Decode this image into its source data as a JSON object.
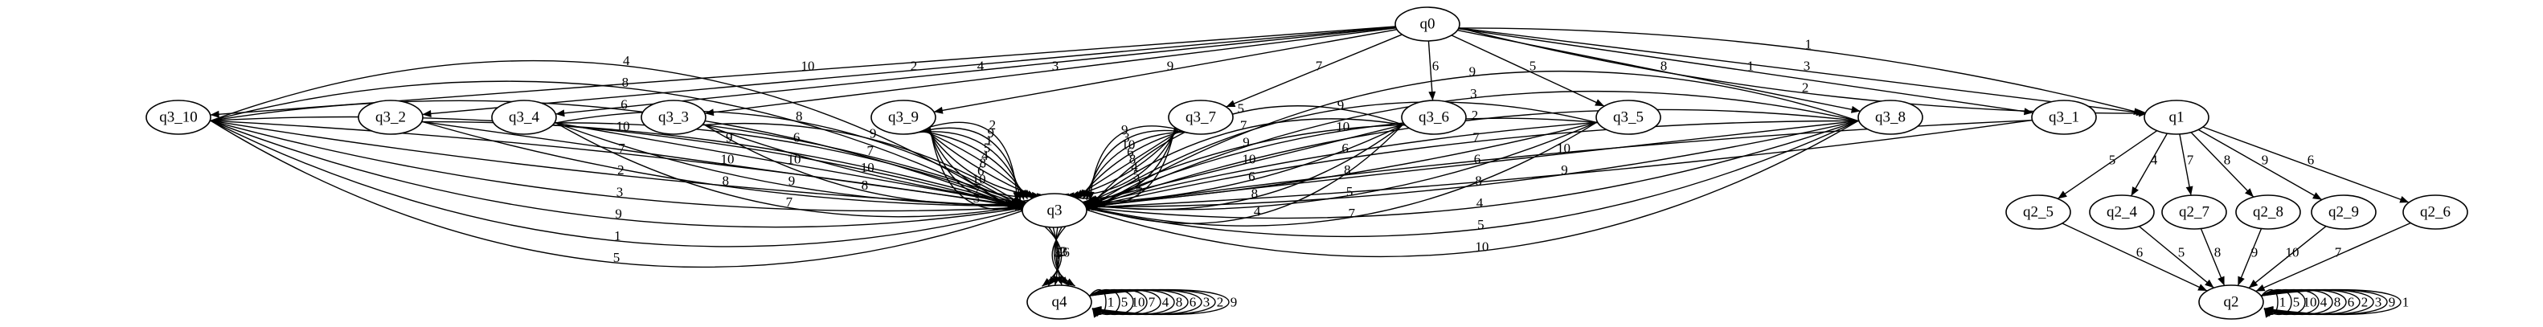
{
  "graph": {
    "type": "directed-automaton",
    "nodes": [
      {
        "id": "q0",
        "label": "q0"
      },
      {
        "id": "q3_10",
        "label": "q3_10"
      },
      {
        "id": "q3_2",
        "label": "q3_2"
      },
      {
        "id": "q3_4",
        "label": "q3_4"
      },
      {
        "id": "q3_3",
        "label": "q3_3"
      },
      {
        "id": "q3_9",
        "label": "q3_9"
      },
      {
        "id": "q3_7",
        "label": "q3_7"
      },
      {
        "id": "q3_6",
        "label": "q3_6"
      },
      {
        "id": "q3_5",
        "label": "q3_5"
      },
      {
        "id": "q3_8",
        "label": "q3_8"
      },
      {
        "id": "q3_1",
        "label": "q3_1"
      },
      {
        "id": "q1",
        "label": "q1"
      },
      {
        "id": "q3",
        "label": "q3"
      },
      {
        "id": "q4",
        "label": "q4"
      },
      {
        "id": "q2_5",
        "label": "q2_5"
      },
      {
        "id": "q2_4",
        "label": "q2_4"
      },
      {
        "id": "q2_7",
        "label": "q2_7"
      },
      {
        "id": "q2_8",
        "label": "q2_8"
      },
      {
        "id": "q2_9",
        "label": "q2_9"
      },
      {
        "id": "q2_6",
        "label": "q2_6"
      },
      {
        "id": "q2",
        "label": "q2"
      }
    ],
    "edges": [
      {
        "from": "q0",
        "to": "q3_10",
        "label": "10"
      },
      {
        "from": "q0",
        "to": "q3_2",
        "label": "2"
      },
      {
        "from": "q0",
        "to": "q3_4",
        "label": "4"
      },
      {
        "from": "q0",
        "to": "q3_3",
        "label": "3"
      },
      {
        "from": "q0",
        "to": "q3_9",
        "label": "9"
      },
      {
        "from": "q0",
        "to": "q3_7",
        "label": "7"
      },
      {
        "from": "q0",
        "to": "q3_6",
        "label": "6"
      },
      {
        "from": "q0",
        "to": "q3_5",
        "label": "5"
      },
      {
        "from": "q0",
        "to": "q3_8",
        "label": "8"
      },
      {
        "from": "q0",
        "to": "q3_1",
        "label": "1"
      },
      {
        "from": "q0",
        "to": "q1",
        "label": "1"
      },
      {
        "from": "q0",
        "to": "q1",
        "label": "3"
      },
      {
        "from": "q0",
        "to": "q1",
        "label": "2"
      },
      {
        "from": "q3_10",
        "to": "q3",
        "label": "4"
      },
      {
        "from": "q3_10",
        "to": "q3",
        "label": "8"
      },
      {
        "from": "q3_10",
        "to": "q3",
        "label": "6"
      },
      {
        "from": "q3_10",
        "to": "q3",
        "label": "10"
      },
      {
        "from": "q3_10",
        "to": "q3",
        "label": "7"
      },
      {
        "from": "q3_10",
        "to": "q3",
        "label": "2"
      },
      {
        "from": "q3_10",
        "to": "q3",
        "label": "3"
      },
      {
        "from": "q3_10",
        "to": "q3",
        "label": "9"
      },
      {
        "from": "q3_10",
        "to": "q3",
        "label": "1"
      },
      {
        "from": "q3_10",
        "to": "q3",
        "label": "5"
      },
      {
        "from": "q3_2",
        "to": "q3",
        "label": "9"
      },
      {
        "from": "q3_2",
        "to": "q3",
        "label": "10"
      },
      {
        "from": "q3_2",
        "to": "q3",
        "label": "8"
      },
      {
        "from": "q3_4",
        "to": "q3",
        "label": "8"
      },
      {
        "from": "q3_4",
        "to": "q3",
        "label": "6"
      },
      {
        "from": "q3_4",
        "to": "q3",
        "label": "10"
      },
      {
        "from": "q3_4",
        "to": "q3",
        "label": "9"
      },
      {
        "from": "q3_4",
        "to": "q3",
        "label": "7"
      },
      {
        "from": "q3_3",
        "to": "q3",
        "label": "9"
      },
      {
        "from": "q3_3",
        "to": "q3",
        "label": "7"
      },
      {
        "from": "q3_3",
        "to": "q3",
        "label": "10"
      },
      {
        "from": "q3_3",
        "to": "q3",
        "label": "8"
      },
      {
        "from": "q3_9",
        "to": "q3",
        "label": "2"
      },
      {
        "from": "q3_9",
        "to": "q3",
        "label": "9"
      },
      {
        "from": "q3_9",
        "to": "q3",
        "label": "1"
      },
      {
        "from": "q3_9",
        "to": "q3",
        "label": "5"
      },
      {
        "from": "q3_9",
        "to": "q3",
        "label": "4"
      },
      {
        "from": "q3_9",
        "to": "q3",
        "label": "8"
      },
      {
        "from": "q3_9",
        "to": "q3",
        "label": "6"
      },
      {
        "from": "q3_9",
        "to": "q3",
        "label": "10"
      },
      {
        "from": "q3_9",
        "to": "q3",
        "label": "7"
      },
      {
        "from": "q3_9",
        "to": "q3",
        "label": "3"
      },
      {
        "from": "q3_7",
        "to": "q3",
        "label": "7"
      },
      {
        "from": "q3_7",
        "to": "q3",
        "label": "2"
      },
      {
        "from": "q3_7",
        "to": "q3",
        "label": "5"
      },
      {
        "from": "q3_7",
        "to": "q3",
        "label": "4"
      },
      {
        "from": "q3_7",
        "to": "q3",
        "label": "8"
      },
      {
        "from": "q3_7",
        "to": "q3",
        "label": "6"
      },
      {
        "from": "q3_7",
        "to": "q3",
        "label": "10"
      },
      {
        "from": "q3_7",
        "to": "q3",
        "label": "3"
      },
      {
        "from": "q3_7",
        "to": "q3",
        "label": "9"
      },
      {
        "from": "q3_6",
        "to": "q3",
        "label": "4"
      },
      {
        "from": "q3_6",
        "to": "q3",
        "label": "8"
      },
      {
        "from": "q3_6",
        "to": "q3",
        "label": "6"
      },
      {
        "from": "q3_6",
        "to": "q3",
        "label": "10"
      },
      {
        "from": "q3_6",
        "to": "q3",
        "label": "9"
      },
      {
        "from": "q3_6",
        "to": "q3",
        "label": "7"
      },
      {
        "from": "q3_6",
        "to": "q3",
        "label": "5"
      },
      {
        "from": "q3_5",
        "to": "q3",
        "label": "7"
      },
      {
        "from": "q3_5",
        "to": "q3",
        "label": "5"
      },
      {
        "from": "q3_5",
        "to": "q3",
        "label": "8"
      },
      {
        "from": "q3_5",
        "to": "q3",
        "label": "6"
      },
      {
        "from": "q3_5",
        "to": "q3",
        "label": "10"
      },
      {
        "from": "q3_5",
        "to": "q3",
        "label": "9"
      },
      {
        "from": "q3_8",
        "to": "q3",
        "label": "10"
      },
      {
        "from": "q3_8",
        "to": "q3",
        "label": "5"
      },
      {
        "from": "q3_8",
        "to": "q3",
        "label": "4"
      },
      {
        "from": "q3_8",
        "to": "q3",
        "label": "8"
      },
      {
        "from": "q3_8",
        "to": "q3",
        "label": "6"
      },
      {
        "from": "q3_8",
        "to": "q3",
        "label": "7"
      },
      {
        "from": "q3_8",
        "to": "q3",
        "label": "2"
      },
      {
        "from": "q3_8",
        "to": "q3",
        "label": "3"
      },
      {
        "from": "q3_8",
        "to": "q3",
        "label": "9"
      },
      {
        "from": "q3_1",
        "to": "q3",
        "label": "9"
      },
      {
        "from": "q3_1",
        "to": "q3",
        "label": "10"
      },
      {
        "from": "q3",
        "to": "q4",
        "label": "6"
      },
      {
        "from": "q3",
        "to": "q4",
        "label": "3"
      },
      {
        "from": "q3",
        "to": "q4",
        "label": "2"
      },
      {
        "from": "q3",
        "to": "q4",
        "label": "1"
      },
      {
        "from": "q3",
        "to": "q4",
        "label": "5"
      },
      {
        "from": "q3",
        "to": "q4",
        "label": "4"
      },
      {
        "from": "q1",
        "to": "q2_5",
        "label": "5"
      },
      {
        "from": "q1",
        "to": "q2_4",
        "label": "4"
      },
      {
        "from": "q1",
        "to": "q2_7",
        "label": "7"
      },
      {
        "from": "q1",
        "to": "q2_8",
        "label": "8"
      },
      {
        "from": "q1",
        "to": "q2_9",
        "label": "9"
      },
      {
        "from": "q1",
        "to": "q2_6",
        "label": "6"
      },
      {
        "from": "q2_5",
        "to": "q2",
        "label": "6"
      },
      {
        "from": "q2_4",
        "to": "q2",
        "label": "5"
      },
      {
        "from": "q2_7",
        "to": "q2",
        "label": "8"
      },
      {
        "from": "q2_8",
        "to": "q2",
        "label": "9"
      },
      {
        "from": "q2_9",
        "to": "q2",
        "label": "10"
      },
      {
        "from": "q2_6",
        "to": "q2",
        "label": "7"
      }
    ],
    "self_loops": [
      {
        "node": "q4",
        "labels": [
          "1",
          "5",
          "10",
          "7",
          "4",
          "8",
          "6",
          "3",
          "2",
          "9"
        ]
      },
      {
        "node": "q2",
        "labels": [
          "1",
          "5",
          "10",
          "4",
          "8",
          "6",
          "2",
          "3",
          "9",
          "1"
        ]
      }
    ]
  }
}
